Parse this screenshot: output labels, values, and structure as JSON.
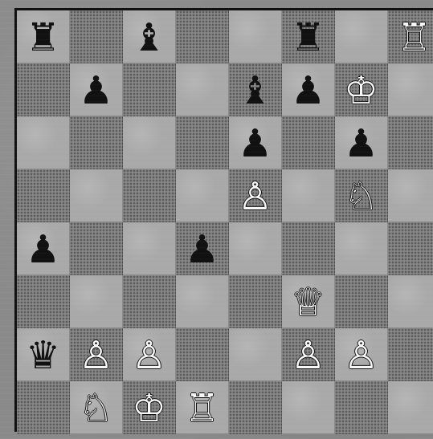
{
  "board": {
    "rows": [
      [
        {
          "piece": "♜",
          "color": "black",
          "name": "black-rook-icon"
        },
        null,
        {
          "piece": "♝",
          "color": "black",
          "name": "black-bishop-icon"
        },
        null,
        null,
        {
          "piece": "♜",
          "color": "black",
          "name": "black-rook-icon"
        },
        null,
        {
          "piece": "♖",
          "color": "white",
          "name": "white-rook-icon"
        }
      ],
      [
        null,
        {
          "piece": "♟",
          "color": "black",
          "name": "black-pawn-icon"
        },
        null,
        null,
        {
          "piece": "♝",
          "color": "black",
          "name": "black-bishop-icon"
        },
        {
          "piece": "♟",
          "color": "black",
          "name": "black-pawn-icon"
        },
        {
          "piece": "♔",
          "color": "white",
          "name": "white-king-icon"
        },
        null
      ],
      [
        null,
        null,
        null,
        null,
        {
          "piece": "♟",
          "color": "black",
          "name": "black-pawn-icon"
        },
        null,
        {
          "piece": "♟",
          "color": "black",
          "name": "black-pawn-icon"
        },
        null
      ],
      [
        null,
        null,
        null,
        null,
        {
          "piece": "♙",
          "color": "white",
          "name": "white-pawn-icon"
        },
        null,
        {
          "piece": "♘",
          "color": "white",
          "name": "white-knight-icon"
        },
        null
      ],
      [
        {
          "piece": "♟",
          "color": "black",
          "name": "black-pawn-icon"
        },
        null,
        null,
        {
          "piece": "♟",
          "color": "black",
          "name": "black-pawn-icon"
        },
        null,
        null,
        null,
        null
      ],
      [
        null,
        null,
        null,
        null,
        null,
        {
          "piece": "♕",
          "color": "white",
          "name": "white-queen-icon"
        },
        null,
        null
      ],
      [
        {
          "piece": "♛",
          "color": "black",
          "name": "black-queen-icon"
        },
        {
          "piece": "♙",
          "color": "white",
          "name": "white-pawn-icon"
        },
        {
          "piece": "♙",
          "color": "white",
          "name": "white-pawn-icon"
        },
        null,
        null,
        {
          "piece": "♙",
          "color": "white",
          "name": "white-pawn-icon"
        },
        {
          "piece": "♙",
          "color": "white",
          "name": "white-pawn-icon"
        },
        null
      ],
      [
        null,
        {
          "piece": "♘",
          "color": "white",
          "name": "white-knight-icon"
        },
        {
          "piece": "♔",
          "color": "white",
          "name": "white-king-icon"
        },
        {
          "piece": "♖",
          "color": "white",
          "name": "white-rook-icon"
        },
        null,
        null,
        null,
        null
      ]
    ]
  }
}
